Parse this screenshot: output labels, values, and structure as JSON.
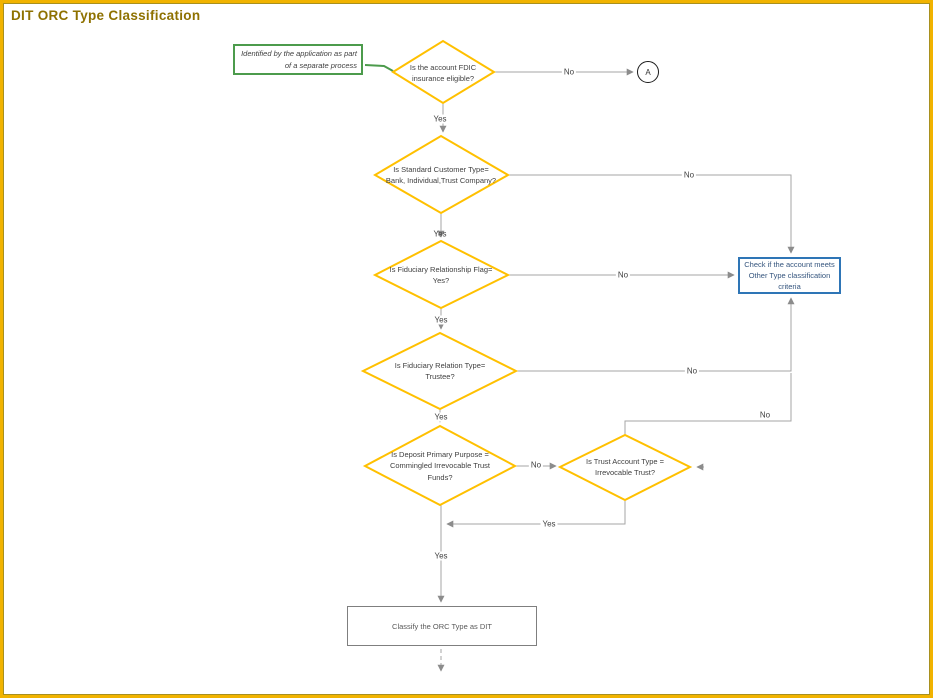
{
  "page": {
    "title": "DIT ORC Type Classification"
  },
  "colors": {
    "page_border_gold": "#F1B300",
    "title_gold": "#8E7100",
    "diamond_stroke": "#FFC000",
    "connector_gray": "#A6A6A6",
    "annotation_green": "#4C9B4C",
    "process_blue_border": "#2E75B6",
    "process_blue_text": "#35557E",
    "node_text": "#3F3F3F"
  },
  "annotation": {
    "text": "Identified by the application as part of a separate process"
  },
  "nodes": {
    "fdic": {
      "label": "Is the account FDIC insurance eligible?"
    },
    "connector_a": {
      "label": "A"
    },
    "customer_type": {
      "label": "Is Standard Customer Type= Bank, Individual,Trust Company?"
    },
    "fiduciary_flag": {
      "label": "Is Fiduciary Relationship Flag= Yes?"
    },
    "fiduciary_relation": {
      "label": "Is Fiduciary Relation Type= Trustee?"
    },
    "deposit_purpose": {
      "label": "Is Deposit Primary Purpose = Commingled Irrevocable Trust Funds?"
    },
    "trust_account": {
      "label": "Is Trust Account Type = Irrevocable Trust?"
    },
    "other_type_check": {
      "label": "Check if the account meets Other Type classification criteria"
    },
    "classify_dit": {
      "label": "Classify the ORC Type as DIT"
    }
  },
  "edge_labels": {
    "fdic_no": "No",
    "fdic_yes": "Yes",
    "customer_no": "No",
    "customer_yes": "Yes",
    "flag_no": "No",
    "flag_yes": "Yes",
    "relation_no": "No",
    "relation_yes": "Yes",
    "purpose_no": "No",
    "purpose_yes": "Yes",
    "trust_no": "No",
    "trust_yes": "Yes"
  }
}
